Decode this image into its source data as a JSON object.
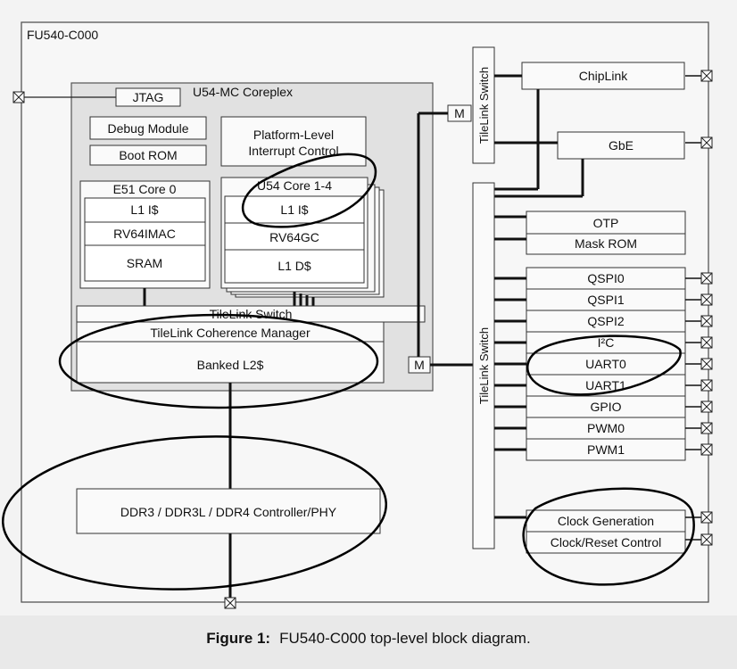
{
  "chip": {
    "name": "FU540-C000"
  },
  "coreplex": {
    "title": "U54-MC Coreplex",
    "jtag": "JTAG",
    "debug_module": "Debug Module",
    "boot_rom": "Boot ROM",
    "plic_line1": "Platform-Level",
    "plic_line2": "Interrupt Control",
    "e51": {
      "title": "E51 Core 0",
      "l1i": "L1 I$",
      "isa": "RV64IMAC",
      "sram": "SRAM"
    },
    "u54": {
      "title": "U54 Core 1-4",
      "l1i": "L1 I$",
      "isa": "RV64GC",
      "l1d": "L1 D$"
    },
    "tilelink_switch": "TileLink Switch",
    "coherence_manager": "TileLink Coherence Manager",
    "banked_l2": "Banked L2$"
  },
  "master_label": "M",
  "ddr": "DDR3 / DDR3L / DDR4 Controller/PHY",
  "right_switch_top": "TileLink Switch",
  "right_switch_main": "TileLink Switch",
  "peripherals": {
    "chiplink": "ChipLink",
    "gbe": "GbE",
    "otp": "OTP",
    "mask_rom": "Mask ROM",
    "io": [
      "QSPI0",
      "QSPI1",
      "QSPI2",
      "I²C",
      "UART0",
      "UART1",
      "GPIO",
      "PWM0",
      "PWM1"
    ],
    "clock_generation": "Clock Generation",
    "clock_reset": "Clock/Reset Control"
  },
  "caption": {
    "label": "Figure 1:",
    "text": "FU540-C000 top-level block diagram."
  }
}
